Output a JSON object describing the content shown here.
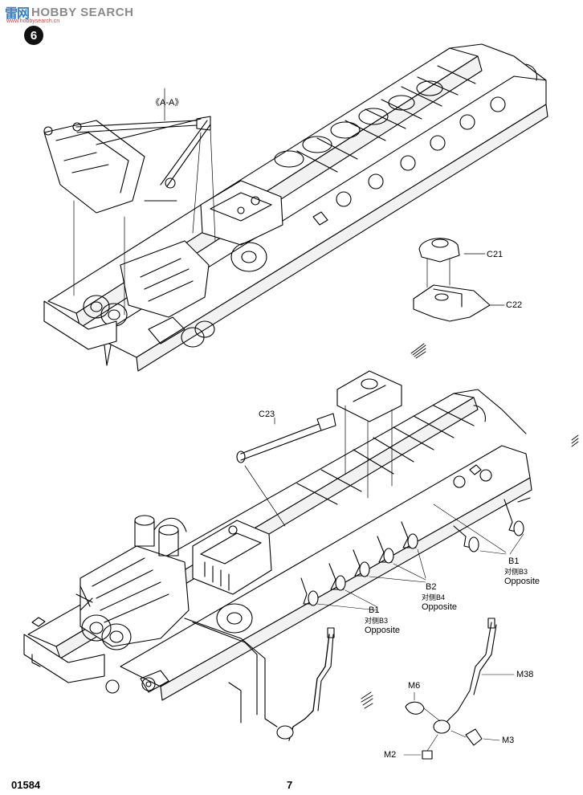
{
  "watermark": {
    "brand_cn": "雷网",
    "brand_en": "HOBBY SEARCH",
    "url": "www.hobbysearch.cn"
  },
  "step": {
    "number": "6"
  },
  "section": {
    "label": "《A-A》"
  },
  "parts": {
    "c21": "C21",
    "c22": "C22",
    "c23": "C23",
    "b1_left": "B1",
    "b1_left_cn": "对侧B3",
    "b1_left_en": "Opposite",
    "b2": "B2",
    "b2_cn": "对侧B4",
    "b2_en": "Opposite",
    "b1_right": "B1",
    "b1_right_cn": "对侧B3",
    "b1_right_en": "Opposite",
    "m6": "M6",
    "m38": "M38",
    "m3": "M3",
    "m2": "M2"
  },
  "footer": {
    "code": "01584",
    "page": "7"
  }
}
